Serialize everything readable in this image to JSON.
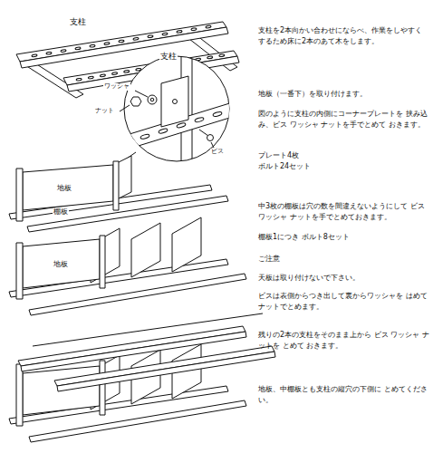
{
  "diagram": {
    "labels": [
      "支柱",
      "支柱",
      "支柱を2本向かい合わせにならべ、作業をしやすく するため床に2本のあて木をします。",
      "ワッシャ",
      "ナット",
      "ビス",
      "地板",
      "地板（一番下）を取り付けます。",
      "図のように支柱の内側にコーナープレートを 挟み込み、ビス ワッシャ ナットを手でとめて おきます。",
      "プレート4枚",
      "ボルト24セット",
      "棚板",
      "地板",
      "中3枚の棚板は穴の数を間違えないようにして ビス ワッシャ ナットを手でとめておきます。",
      "棚板1につき ボルト8セット",
      "ご注意",
      "天板は取り付けないで下さい。",
      "ビスは表側からつき出して裏からワッシャを はめてナットでとめます。",
      "残りの2本の支柱をそのまま上から ビス ワッシャ ナットを とめて おきます。",
      "地板、中棚板とも支柱の縦穴の下側に とめてください。"
    ]
  }
}
